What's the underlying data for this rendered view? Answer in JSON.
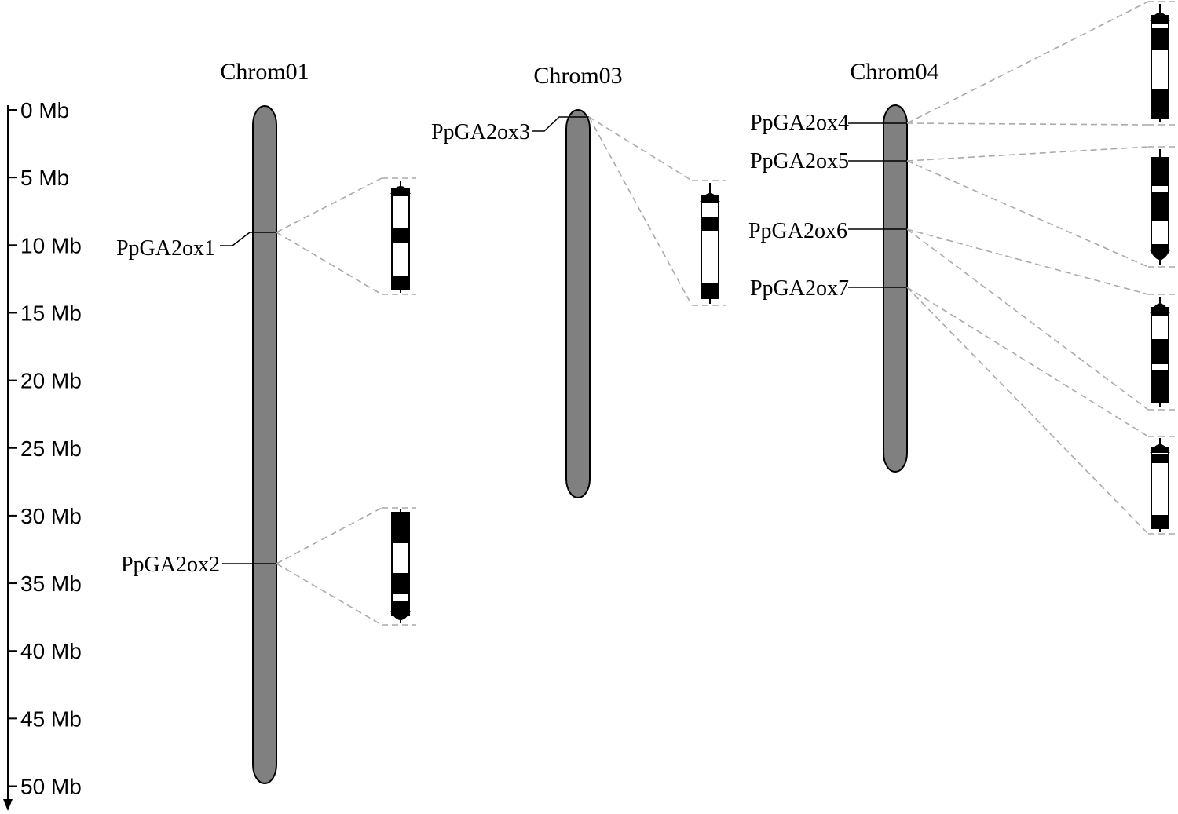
{
  "axis": {
    "ticks": [
      {
        "value": 0,
        "label": "0 Mb"
      },
      {
        "value": 5,
        "label": "5 Mb"
      },
      {
        "value": 10,
        "label": "10 Mb"
      },
      {
        "value": 15,
        "label": "15 Mb"
      },
      {
        "value": 20,
        "label": "20 Mb"
      },
      {
        "value": 25,
        "label": "25 Mb"
      },
      {
        "value": 30,
        "label": "30 Mb"
      },
      {
        "value": 35,
        "label": "35 Mb"
      },
      {
        "value": 40,
        "label": "40 Mb"
      },
      {
        "value": 45,
        "label": "45 Mb"
      },
      {
        "value": 50,
        "label": "50 Mb"
      }
    ]
  },
  "chromosomes": [
    {
      "name": "Chrom01",
      "length_mb": 50
    },
    {
      "name": "Chrom03",
      "length_mb": 28.7
    },
    {
      "name": "Chrom04",
      "length_mb": 27
    }
  ],
  "genes": [
    {
      "name": "PpGA2ox1",
      "chromosome": "Chrom01",
      "position_mb": 9.2
    },
    {
      "name": "PpGA2ox2",
      "chromosome": "Chrom01",
      "position_mb": 33.8
    },
    {
      "name": "PpGA2ox3",
      "chromosome": "Chrom03",
      "position_mb": 0.2
    },
    {
      "name": "PpGA2ox4",
      "chromosome": "Chrom04",
      "position_mb": 0.9
    },
    {
      "name": "PpGA2ox5",
      "chromosome": "Chrom04",
      "position_mb": 3.8
    },
    {
      "name": "PpGA2ox6",
      "chromosome": "Chrom04",
      "position_mb": 8.8
    },
    {
      "name": "PpGA2ox7",
      "chromosome": "Chrom04",
      "position_mb": 13.1
    }
  ],
  "colors": {
    "chromosome_fill": "#808080",
    "line": "#000000",
    "exon": "#000000",
    "zoom_line": "#aaaaaa"
  }
}
